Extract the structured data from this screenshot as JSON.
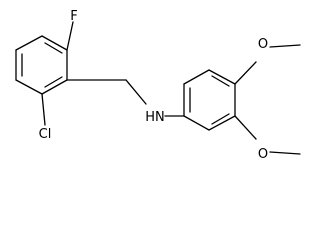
{
  "structure": {
    "atoms": {
      "fluorine": "F",
      "chlorine": "Cl",
      "amine": "HN",
      "methoxy_top": "O",
      "methoxy_bottom": "O"
    }
  }
}
